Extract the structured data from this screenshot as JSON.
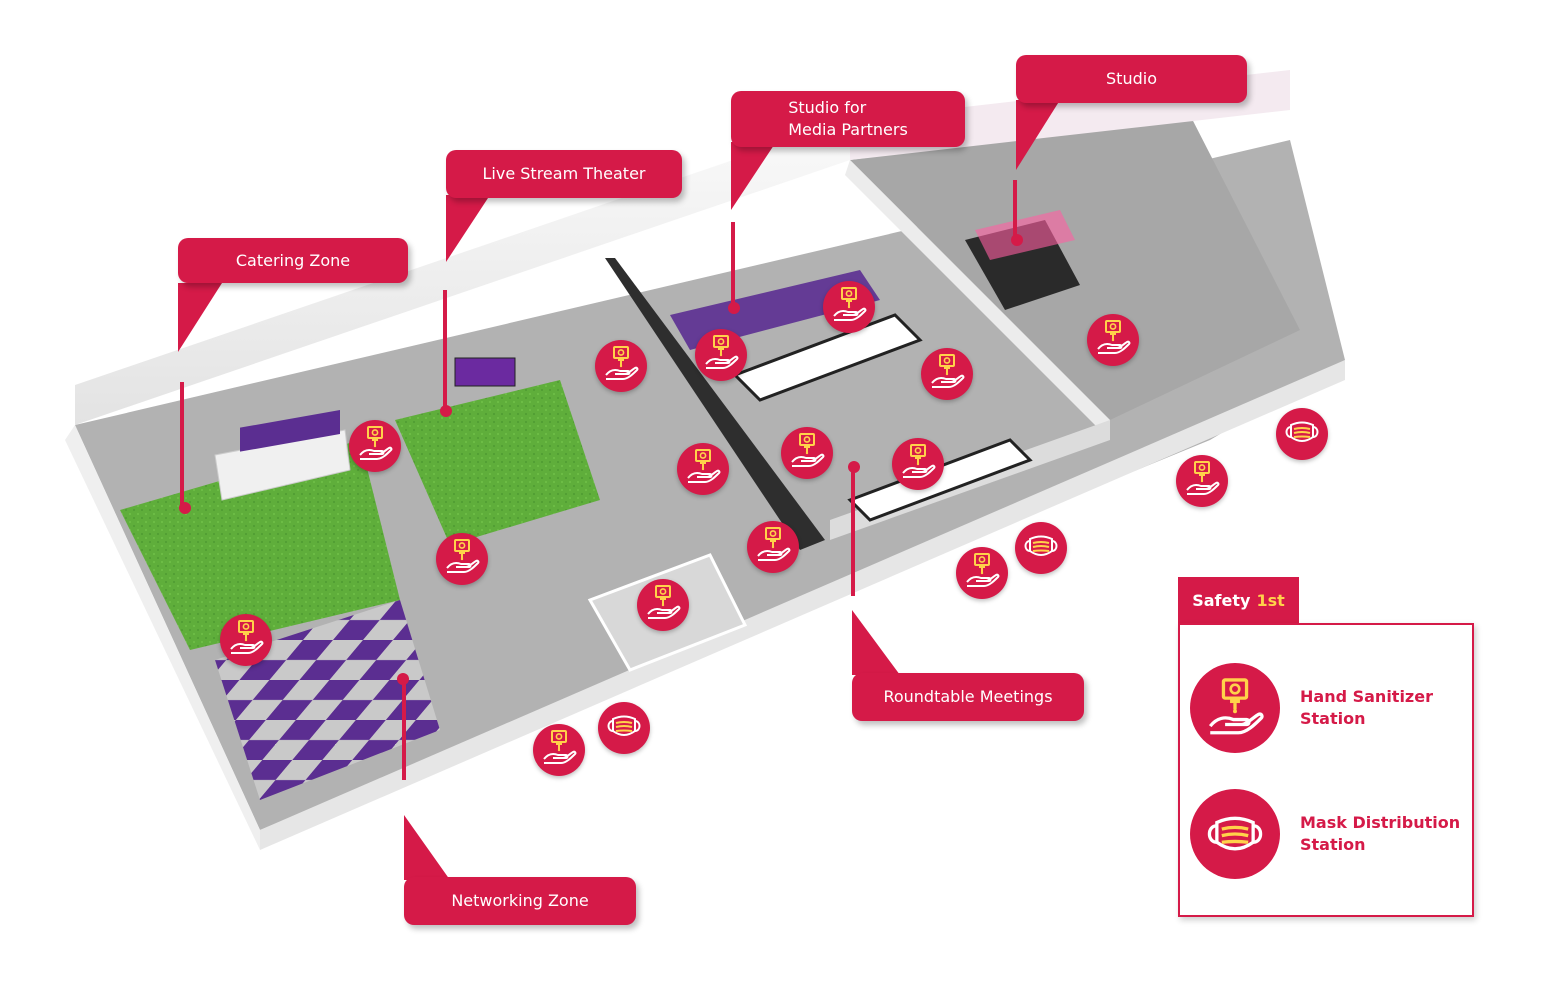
{
  "zones": [
    {
      "id": "catering",
      "label": "Catering Zone"
    },
    {
      "id": "live-stream",
      "label": "Live Stream Theater"
    },
    {
      "id": "media-partners",
      "label": "Studio for\nMedia Partners"
    },
    {
      "id": "studio",
      "label": "Studio"
    },
    {
      "id": "roundtable",
      "label": "Roundtable Meetings"
    },
    {
      "id": "networking",
      "label": "Networking Zone"
    }
  ],
  "legend": {
    "title": "Safety",
    "title_accent": "1st",
    "items": [
      {
        "icon": "hand-sanitizer-icon",
        "label": "Hand Sanitizer\nStation"
      },
      {
        "icon": "mask-icon",
        "label": "Mask Distribution\nStation"
      }
    ]
  },
  "colors": {
    "accent": "#d51a48",
    "highlight": "#ffd24a",
    "carpet_green": "#5fae3b",
    "carpet_purple": "#5b2e91",
    "floor_gray": "#a9a9a9",
    "wall": "#f2f2f2",
    "curtain": "#2b2b2b"
  }
}
